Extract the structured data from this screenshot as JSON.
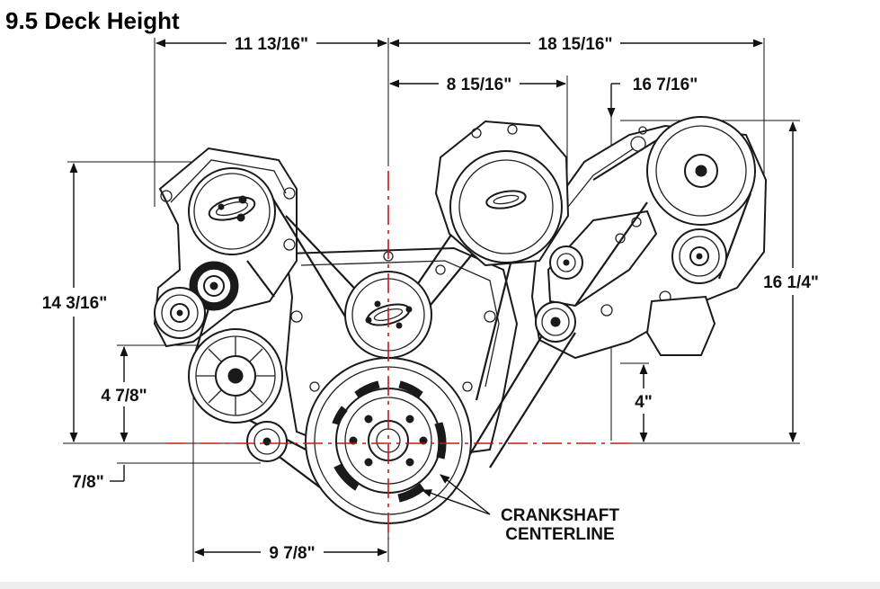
{
  "title": "9.5 Deck Height",
  "dimensions": {
    "crank_to_left_accessory": "11 13/16\"",
    "crank_to_right_edge": "18 15/16\"",
    "crank_to_alternator": "8 15/16\"",
    "crank_to_upper_right": "16 7/16\"",
    "left_overall_height": "14 3/16\"",
    "left_pulley_height": "4 7/8\"",
    "below_centerline": "7/8\"",
    "right_overall_height": "16 1/4\"",
    "right_idler_height": "4\"",
    "crank_to_left_pulley": "9 7/8\""
  },
  "callout": {
    "line1": "CRANKSHAFT",
    "line2": "CENTERLINE"
  },
  "colors": {
    "centerline": "#c81818",
    "ink": "#1a1a1a",
    "background": "#ffffff"
  }
}
